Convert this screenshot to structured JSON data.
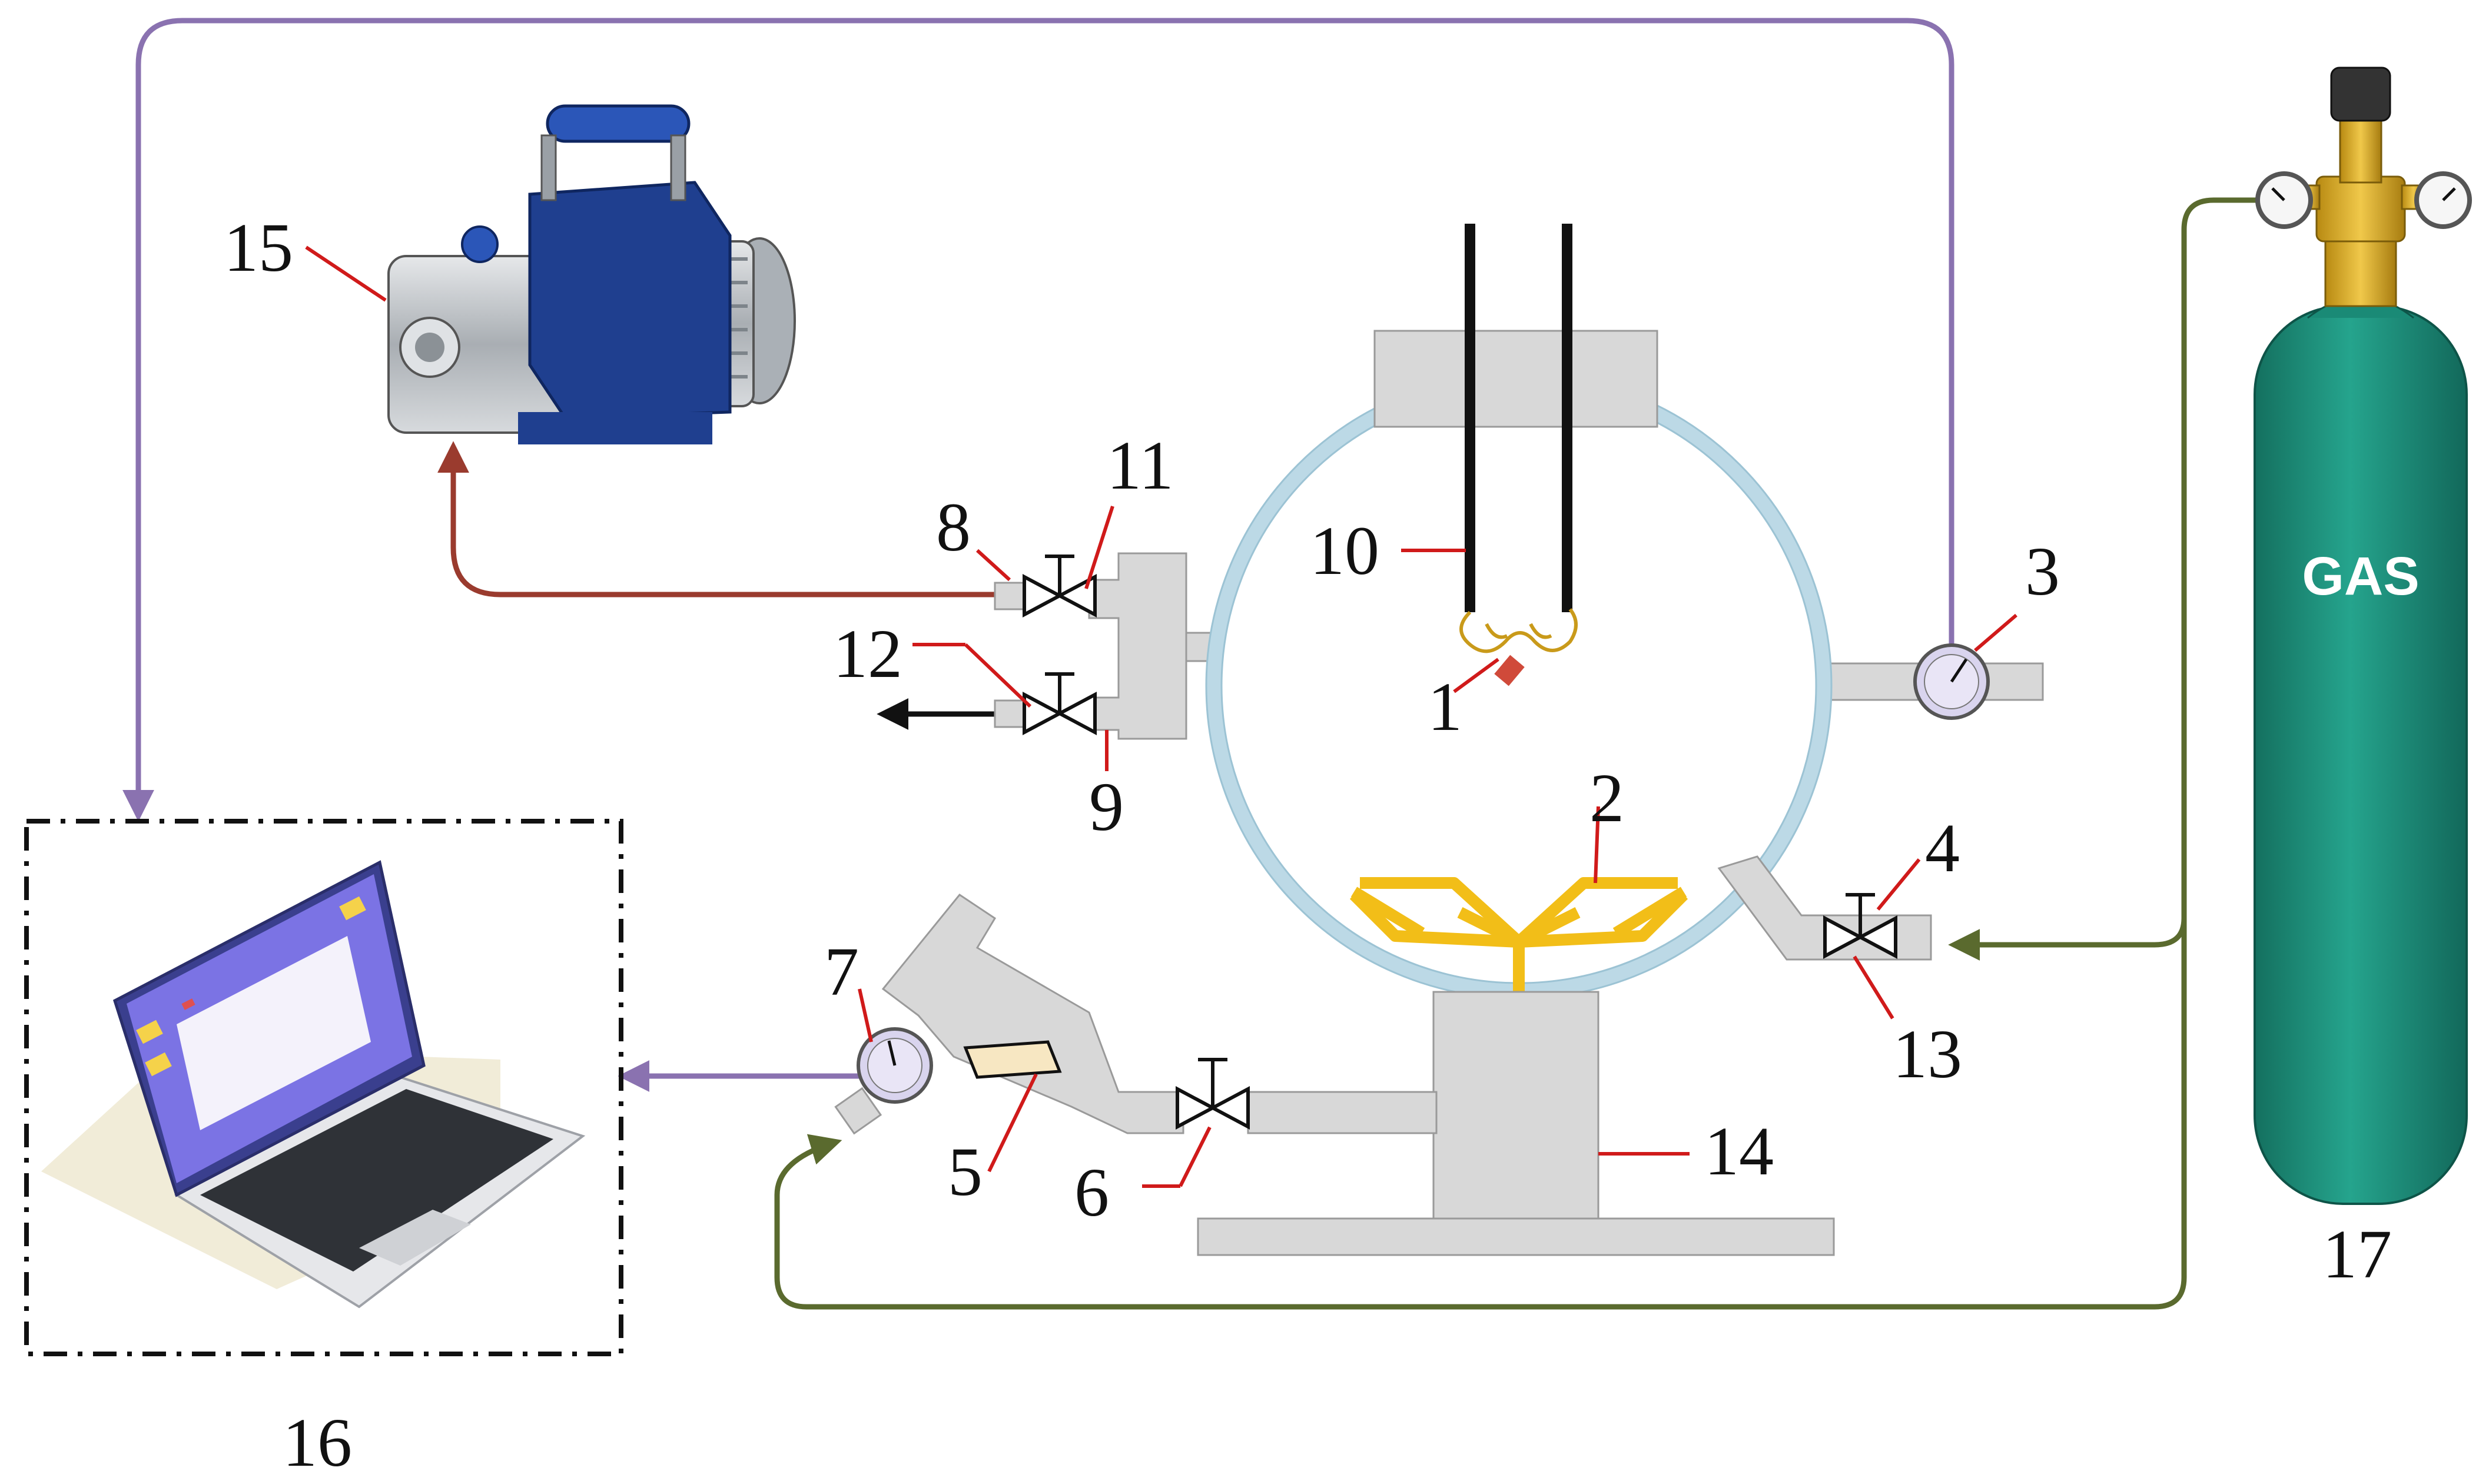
{
  "colors": {
    "signal_line": "#8a72b0",
    "vacuum_line": "#9a3b2e",
    "gas_line": "#5a6a2e",
    "leader": "#d01a1a",
    "chamber_body": "#d8d8d8",
    "chamber_ring": "#bcd9e6",
    "grid": "#f2be18",
    "cylinder": "#1e8f7c",
    "pump_blue": "#1f3f8f",
    "laptop_screen": "#7b73e4"
  },
  "components": {
    "c1": "1",
    "c2": "2",
    "c3": "3",
    "c4": "4",
    "c5": "5",
    "c6": "6",
    "c7": "7",
    "c8": "8",
    "c9": "9",
    "c10": "10",
    "c11": "11",
    "c12": "12",
    "c13": "13",
    "c14": "14",
    "c15": "15",
    "c16": "16",
    "c17": "17"
  },
  "cylinder_label": "GAS",
  "icons": {
    "pump": "vacuum-pump-icon",
    "laptop": "laptop-icon",
    "cylinder": "gas-cylinder-icon",
    "gauge": "pressure-gauge-icon",
    "valve": "valve-icon"
  }
}
